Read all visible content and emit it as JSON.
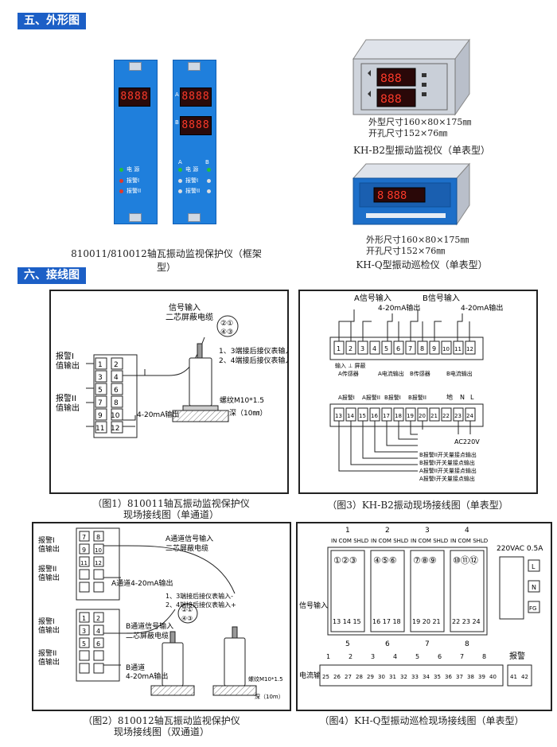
{
  "sections": {
    "appearance": "五、外形图",
    "wiring": "六、接线图"
  },
  "products": {
    "rack": {
      "caption": "810011/810012轴瓦振动监视保护仪（框架型）",
      "display1": "8888",
      "display2": "8888",
      "display3": "8888",
      "label_power": "电 源",
      "label_alarm1": "报警I",
      "label_alarm2": "报警II",
      "ch_a": "A",
      "ch_b": "B"
    },
    "b2": {
      "dims": "外型尺寸160×80×175㎜",
      "cutout": "开孔尺寸152×76㎜",
      "caption": "KH-B2型振动监视仪（单表型）",
      "display1": "888",
      "display2": "888"
    },
    "q": {
      "dims": "外形尺寸160×80×175㎜",
      "cutout": "开孔尺寸152×76㎜",
      "caption": "KH-Q型振动巡检仪（单表型）",
      "display": "8 888"
    }
  },
  "diagrams": {
    "d1": {
      "caption1": "（图1）810011轴瓦振动监视保护仪",
      "caption2": "现场接线图（单通道）",
      "alarm1": "报警I",
      "alarm1b": "值输出",
      "alarm2": "报警II",
      "alarm2b": "值输出",
      "signal": "信号输入",
      "cable": "二芯屏蔽电缆",
      "note1": "1、3端接后接仪表输入-",
      "note2": "2、4端接后接仪表输入+",
      "thread": "螺纹M10*1.5",
      "depth": "深（10㎜）",
      "out": "4-20mA输出",
      "pins": [
        "1",
        "2",
        "3",
        "4",
        "5",
        "6",
        "7",
        "8",
        "9",
        "10",
        "11",
        "12"
      ],
      "plug_top": "②①",
      "plug_bottom": "④③"
    },
    "d2": {
      "caption1": "（图2）810012轴瓦振动监视保护仪",
      "caption2": "现场接线图（双通道）",
      "a_signal": "A通道信号输入",
      "a_cable": "二芯屏蔽电缆",
      "a_out": "A通道4-20mA输出",
      "note1": "1、3端接后接仪表输入-",
      "note2": "2、4端接后接仪表输入+",
      "b_signal": "B通道信号输入",
      "b_cable": "二芯屏蔽电缆",
      "b_out1": "B通道",
      "b_out2": "4-20mA输出",
      "thread": "螺纹M10*1.5",
      "depth": "深（10m）",
      "alarm1": "报警I",
      "alarm1b": "值输出",
      "alarm2": "报警II",
      "alarm2b": "值输出",
      "pins": [
        "7",
        "8",
        "9",
        "10",
        "11",
        "12",
        "1",
        "2",
        "3",
        "4",
        "5",
        "6"
      ]
    },
    "d3": {
      "caption": "（图3）KH-B2振动现场接线图（单表型）",
      "a_in": "A信号输入",
      "b_in": "B信号输入",
      "a_out": "4-20mA输出",
      "b_out": "4-20mA输出",
      "top_pins": [
        "1",
        "2",
        "3",
        "4",
        "5",
        "6",
        "7",
        "8",
        "9",
        "10",
        "11",
        "12"
      ],
      "bottom_pins": [
        "13",
        "14",
        "15",
        "16",
        "17",
        "18",
        "19",
        "20",
        "21",
        "22",
        "23",
        "24"
      ],
      "lbl_in": "输入 ⊥ 屏蔽",
      "lbl_a_sensor": "A传感器",
      "lbl_a_cur": "A电流输出",
      "lbl_b_sensor": "B传感器",
      "lbl_b_cur": "B电流输出",
      "alarm_a1": "A报警I",
      "alarm_a2": "A报警II",
      "alarm_b1": "B报警I",
      "alarm_b2": "B报警II",
      "gnd": "地",
      "n": "N",
      "l": "L",
      "power": "AC220V",
      "leg1": "B报警II开关量接点输出",
      "leg2": "B报警I开关量接点输出",
      "leg3": "A报警II开关量接点输出",
      "leg4": "A报警I开关量接点输出"
    },
    "d4": {
      "caption": "（图4）KH-Q型振动巡检现场接线图（单表型）",
      "power": "220VAC 0.5A",
      "ch_top": [
        "1",
        "2",
        "3",
        "4"
      ],
      "ch_bottom": [
        "5",
        "6",
        "7",
        "8"
      ],
      "sig_head": "IN COM SHLD",
      "circ_top": [
        "①②③",
        "④⑤⑥",
        "⑦⑧⑨",
        "⑩⑪⑫"
      ],
      "bot_nums": [
        "13 14 15",
        "16 17 18",
        "19 20 21",
        "22 23 24"
      ],
      "signal_label": "信号输入",
      "current_label": "电流输出",
      "alarm_label": "报警",
      "term_L": "L",
      "term_N": "N",
      "term_FG": "FG",
      "cur_nums": [
        "25",
        "26",
        "27",
        "28",
        "29",
        "30",
        "31",
        "32",
        "33",
        "34",
        "35",
        "36",
        "37",
        "38",
        "39",
        "40"
      ],
      "alarm_nums": [
        "41",
        "42"
      ],
      "cur_ch": [
        "1",
        "2",
        "3",
        "4",
        "5",
        "6",
        "7",
        "8"
      ]
    }
  }
}
